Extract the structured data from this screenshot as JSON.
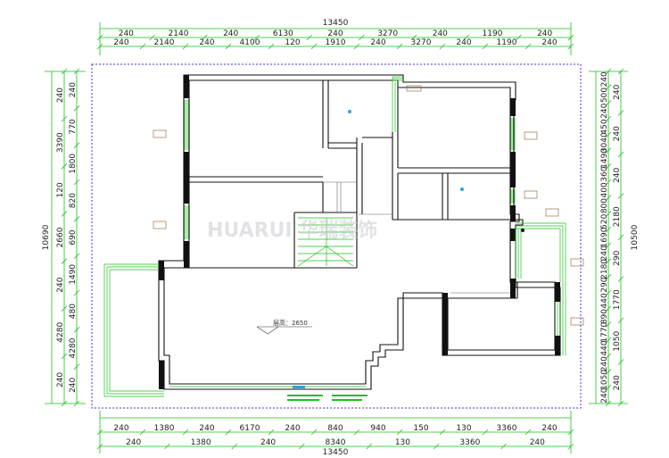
{
  "dimensions": {
    "top_overall": "13450",
    "top_row1": [
      "240",
      "2140",
      "240",
      "6130",
      "240",
      "3270",
      "240",
      "1190",
      "240"
    ],
    "top_row2": [
      "240",
      "2140",
      "240",
      "4100",
      "120",
      "1910",
      "240",
      "3270",
      "240",
      "1190",
      "240"
    ],
    "bottom_row1": [
      "240",
      "1380",
      "240",
      "6170",
      "240",
      "840",
      "940",
      "150",
      "130",
      "3360",
      "240"
    ],
    "bottom_row2": [
      "240",
      "1380",
      "240",
      "8340",
      "130",
      "3360",
      "240"
    ],
    "bottom_overall": "13450",
    "left_overall": "10690",
    "left_col1": [
      "240",
      "3390",
      "120",
      "2660",
      "240",
      "4280",
      "240"
    ],
    "left_col2": [
      "240",
      "770",
      "1800",
      "820",
      "690",
      "1490",
      "480",
      "4280",
      "240"
    ],
    "right_overall": "10500",
    "right_col1": [
      "240",
      "500",
      "240",
      "450",
      "3040",
      "1490",
      "360",
      "400",
      "800",
      "520",
      "1690",
      "240",
      "2180",
      "290",
      "440",
      "890",
      "1770",
      "440",
      "240",
      "1050",
      "240"
    ],
    "right_col2": [
      "240",
      "240",
      "240",
      "2180",
      "290",
      "1770",
      "1050",
      "240"
    ]
  },
  "labels": {
    "ceiling_height": "层高：2650",
    "watermark": "HUARUI 华瑞装饰"
  },
  "colors": {
    "dimension_line": "#19c219",
    "wall": "#111111",
    "window": "#19c219",
    "border": "#3b3bd9",
    "marker": "#8a5a2b",
    "point": "#2aa3e0"
  }
}
